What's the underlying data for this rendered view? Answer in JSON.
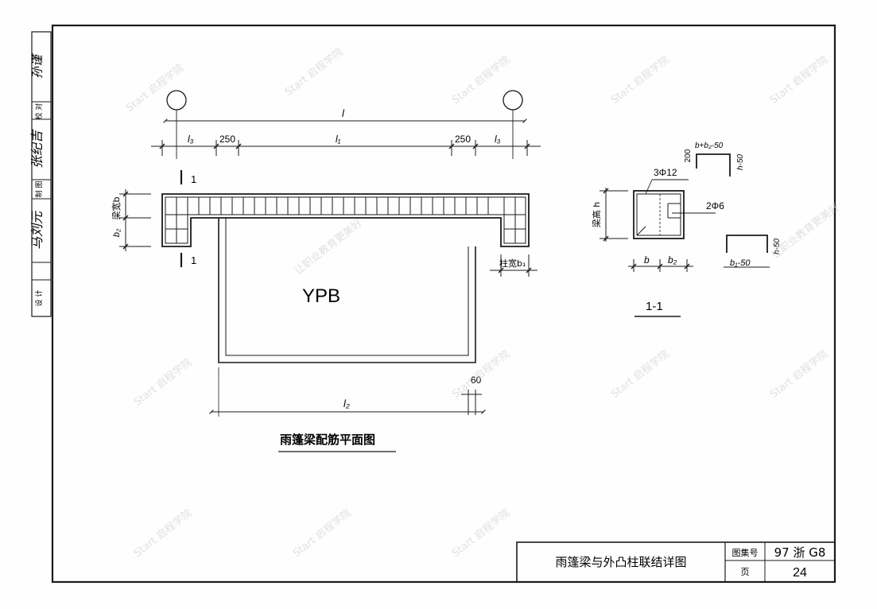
{
  "side_strip": {
    "cells": [
      "设 计",
      "制 图",
      "校 对"
    ],
    "signatures": [
      "马刘元",
      "张纪吉",
      "孙谨"
    ]
  },
  "plan": {
    "dim_total": "l",
    "dim_l3_left": "l₃",
    "dim_250_left": "250",
    "dim_l1": "l₁",
    "dim_250_right": "250",
    "dim_l3_right": "l₃",
    "section_mark": "1",
    "beam_width_label": "梁宽b",
    "b2_label": "b₂",
    "column_width_label": "柱宽b₁",
    "slab_label": "YPB",
    "dim_60": "60",
    "dim_l2": "l₂",
    "title": "雨篷梁配筋平面图"
  },
  "section": {
    "beam_height_label": "梁高 h",
    "top_bar": "3Φ12",
    "stirrup": "2Φ6",
    "dim_b": "b",
    "dim_b2": "b₂",
    "bent_top": "b+b₂-50",
    "bent_200": "200",
    "bent_h50_top": "h-50",
    "bent_bottom": "b₁-50",
    "bent_h50_bottom": "h-50",
    "title": "1-1"
  },
  "title_block": {
    "drawing_title": "雨篷梁与外凸柱联结详图",
    "atlas_label": "图集号",
    "atlas_value": "97 浙 G8",
    "page_label": "页",
    "page_value": "24"
  },
  "watermark": {
    "text": "Start 启程学院",
    "subtext": "让职业教育更美好"
  }
}
